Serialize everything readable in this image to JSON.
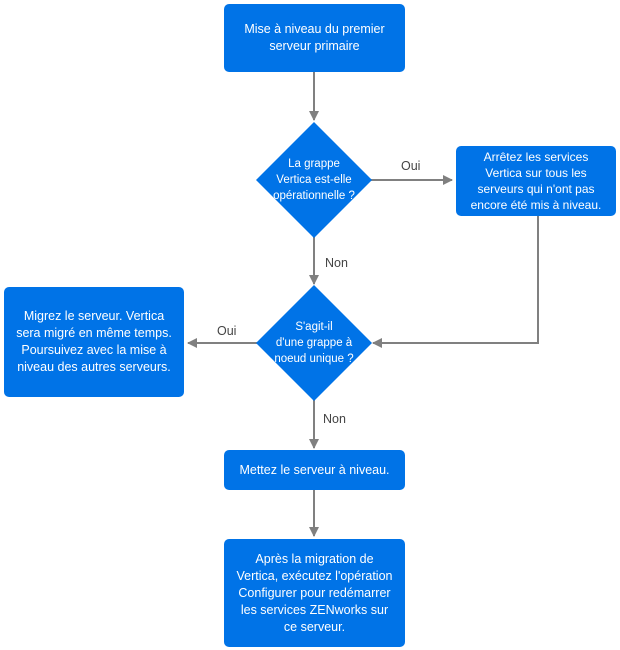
{
  "colors": {
    "node_fill": "#0073e7",
    "node_text": "#ffffff",
    "connector": "#808080",
    "edge_label": "#444444"
  },
  "nodes": {
    "upgrade_first_primary": "Mise à niveau du premier\nserveur primaire",
    "decision_vertica_operational": "La grappe\nVertica est-elle\nopérationnelle ?",
    "stop_vertica_services": "Arrêtez les services\nVertica sur tous les\nserveurs qui n'ont pas\nencore été mis à niveau.",
    "decision_single_node": "S'agit-il\nd'une grappe à\nnoeud unique ?",
    "migrate_server": "Migrez le serveur. Vertica\nsera migré en même temps.\nPoursuivez avec la mise à\nniveau des autres serveurs.",
    "upgrade_server": "Mettez le serveur à niveau.",
    "after_migration_configure": "Après la migration de\nVertica, exécutez l'opération\nConfigurer pour redémarrer\nles services ZENworks sur\nce serveur."
  },
  "edge_labels": {
    "yes_to_stop": "Oui",
    "no_to_single_node": "Non",
    "yes_to_migrate": "Oui",
    "no_to_upgrade": "Non"
  }
}
